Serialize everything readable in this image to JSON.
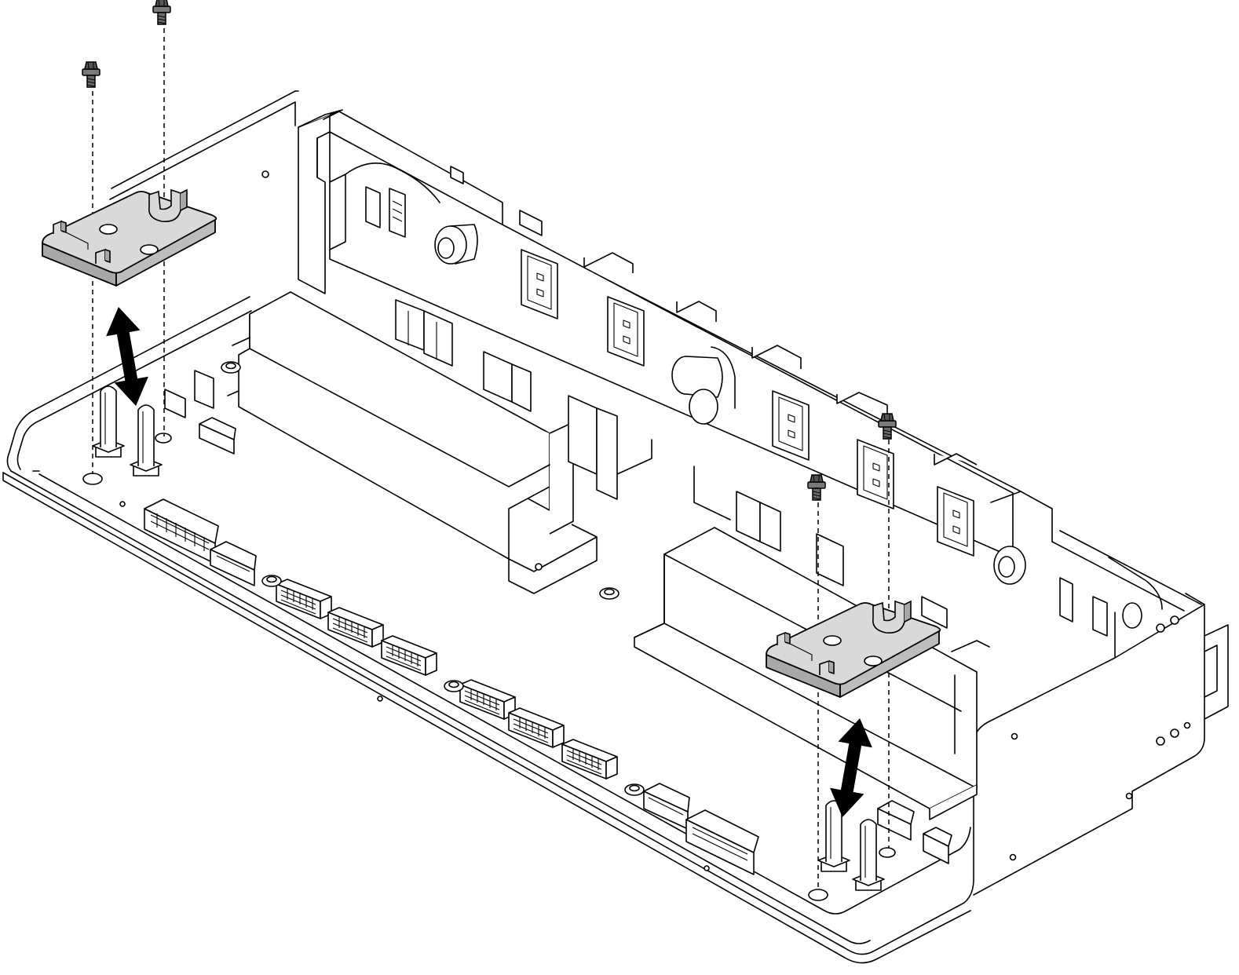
{
  "diagram": {
    "colors": {
      "line": "#000000",
      "background": "#ffffff",
      "bracket_top": "#d9d9d9",
      "bracket_side": "#a8a8a8",
      "screw": "#7a7a7a",
      "arrow": "#000000"
    },
    "icons": [
      "screw-icon",
      "double-headed-arrow-icon",
      "bracket-icon"
    ],
    "parts": {
      "screws": 4,
      "brackets": 2,
      "guide_pins": 4
    }
  }
}
